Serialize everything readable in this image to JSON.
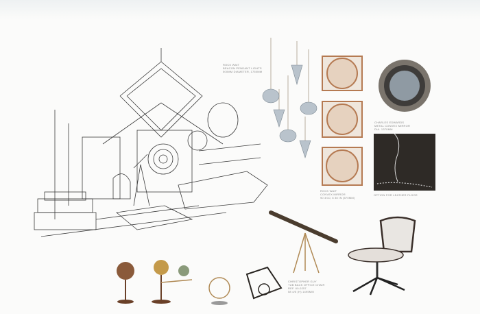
{
  "captions": {
    "pendant": [
      "ROCK WAIT",
      "BEACON PENDANT LIGHTS",
      "500mm DIAMETER, 1750mm"
    ],
    "mirror": [
      "CHARLES EDWARDS",
      "METAL CONVEX MIRROR",
      "DIA. 1370mm"
    ],
    "convex": [
      "ROCK WAIT",
      "CONVEX MIRROR",
      "90 3/10, 6 30 in (570mm)"
    ],
    "leather": [
      "OPTION FOR LEATHER FLOOR"
    ],
    "chair": [
      "CHRISTOPHER GUY",
      "TUB BACK OFFICE CHAIR",
      "REF. 60-0257",
      "58 4/5 (H) 1495mm"
    ]
  },
  "colors": {
    "sketch": "#3a3a3a",
    "brass": "#b08a55",
    "copper": "#b57a52",
    "dark": "#2a2622",
    "leather": "#c9c0b6"
  }
}
